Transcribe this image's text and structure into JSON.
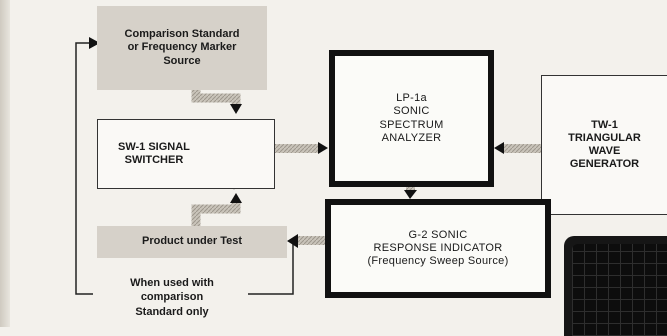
{
  "blocks": {
    "comparison_source": "Comparison Standard\nor Frequency Marker\nSource",
    "signal_switcher": "SW-1 SIGNAL\nSWITCHER",
    "spectrum_analyzer": "LP-1a\nSONIC\nSPECTRUM\nANALYZER",
    "triangular_wave": "TW-1\nTRIANGULAR\nWAVE\nGENERATOR",
    "product_under_test": "Product under Test",
    "response_indicator": "G-2 SONIC\nRESPONSE INDICATOR\n(Frequency Sweep Source)"
  },
  "note": "When used with\ncomparison\nStandard only",
  "colors": {
    "box_fill": "#d6d1c9",
    "line": "#222222",
    "connector": "#b3ada3"
  },
  "icons": [
    "arrow-head",
    "oscilloscope-screen"
  ]
}
